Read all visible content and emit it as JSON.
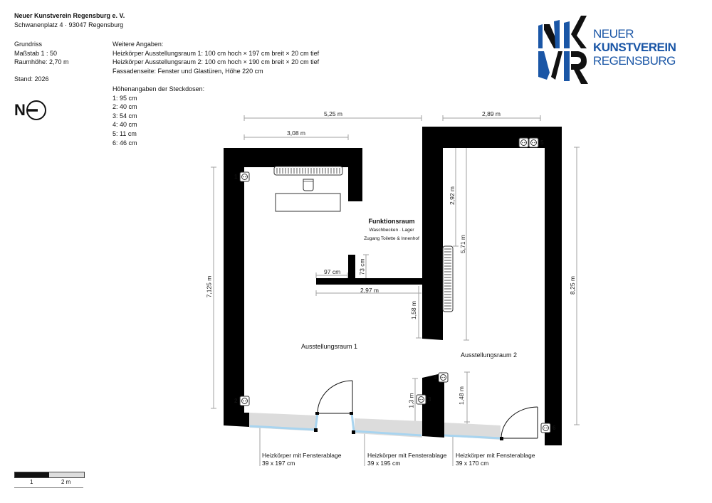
{
  "header": {
    "title": "Neuer Kunstverein Regensburg e. V.",
    "address": "Schwanenplatz 4 · 93047 Regensburg"
  },
  "meta": {
    "plan_type": "Grundriss",
    "scale": "Maßstab 1 : 50",
    "room_height": "Raumhöhe: 2,70 m",
    "stand": "Stand: 2026"
  },
  "north": {
    "label": "N",
    "icon": "north-arrow-icon"
  },
  "info": {
    "heading": "Weitere Angaben:",
    "lines": [
      "Heizkörper Ausstellungsraum 1: 100 cm hoch × 197 cm breit × 20 cm tief",
      "Heizkörper Ausstellungsraum 2: 100 cm hoch × 190 cm breit × 20 cm tief",
      "Fassadenseite: Fenster und Glastüren, Höhe 220 cm"
    ]
  },
  "sockets": {
    "heading": "Höhenangaben der Steckdosen:",
    "items": [
      "1: 95 cm",
      "2: 40 cm",
      "3: 54 cm",
      "4: 40 cm",
      "5: 11 cm",
      "6: 46 cm"
    ],
    "markers": [
      "1",
      "2",
      "3",
      "4",
      "5",
      "6"
    ]
  },
  "logo": {
    "line1": "NEUER",
    "line2": "KUNSTVEREIN",
    "line3": "REGENSBURG",
    "brand_color": "#1a56a6"
  },
  "rooms": {
    "funktionsraum": {
      "title": "Funktionsraum",
      "sub1": "Waschbecken · Lager",
      "sub2": "Zugang Toilette & Innenhof"
    },
    "raum1": "Ausstellungsraum 1",
    "raum2": "Ausstellungsraum 2"
  },
  "dimensions": {
    "top_total": "5,25 m",
    "top_inner": "3,08 m",
    "top_right": "2,89 m",
    "left_height": "7,125 m",
    "right_height": "8,25 m",
    "r2_upper": "2,92 m",
    "r2_inner": "5,71 m",
    "wall_stub": "97 cm",
    "stub_height": "73 cm",
    "partition": "2,97 m",
    "partition_gap": "1,58 m",
    "column_left": "1,3 m",
    "column_right": "1,48 m"
  },
  "radiators": [
    {
      "label": "Heizkörper mit Fensterablage",
      "size": "39 x 197 cm"
    },
    {
      "label": "Heizkörper mit Fensterablage",
      "size": "39 x 195 cm"
    },
    {
      "label": "Heizkörper mit Fensterablage",
      "size": "39 x 170 cm"
    }
  ],
  "scale_bar": {
    "mark1": "1",
    "mark2": "2 m"
  },
  "colors": {
    "wall": "#000000",
    "window": "#a8d4ef",
    "sill": "#dcdcdc",
    "dim_line": "#a0a0a0"
  }
}
